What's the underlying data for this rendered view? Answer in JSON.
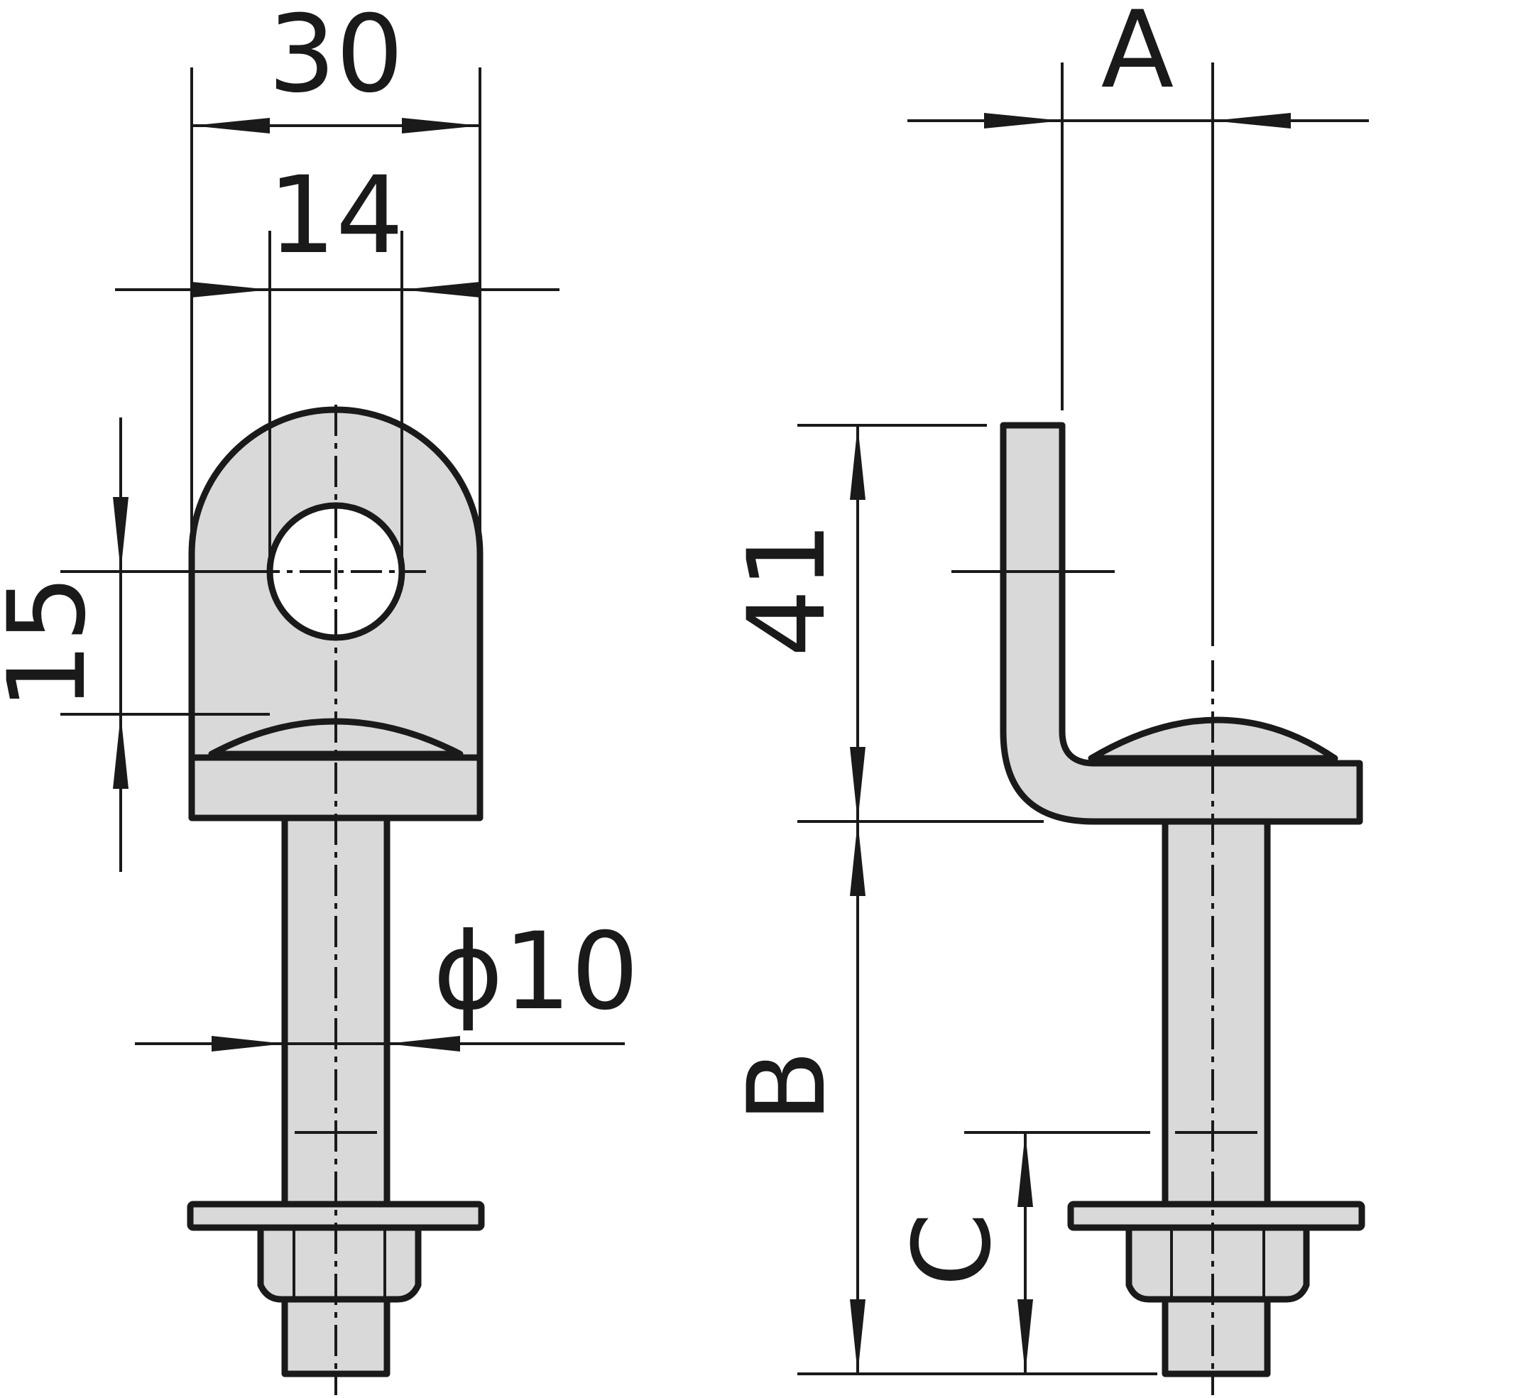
{
  "front_view": {
    "overall_width": "30",
    "hole_diameter": "14",
    "hole_height": "15",
    "bolt_diameter": "ϕ10"
  },
  "side_view": {
    "bend_offset": "A",
    "upright_height": "41",
    "bolt_length": "B",
    "thread_length": "C"
  },
  "colors": {
    "line": "#1a1a1a",
    "part_fill": "#d9d9d9",
    "background": "#ffffff"
  }
}
